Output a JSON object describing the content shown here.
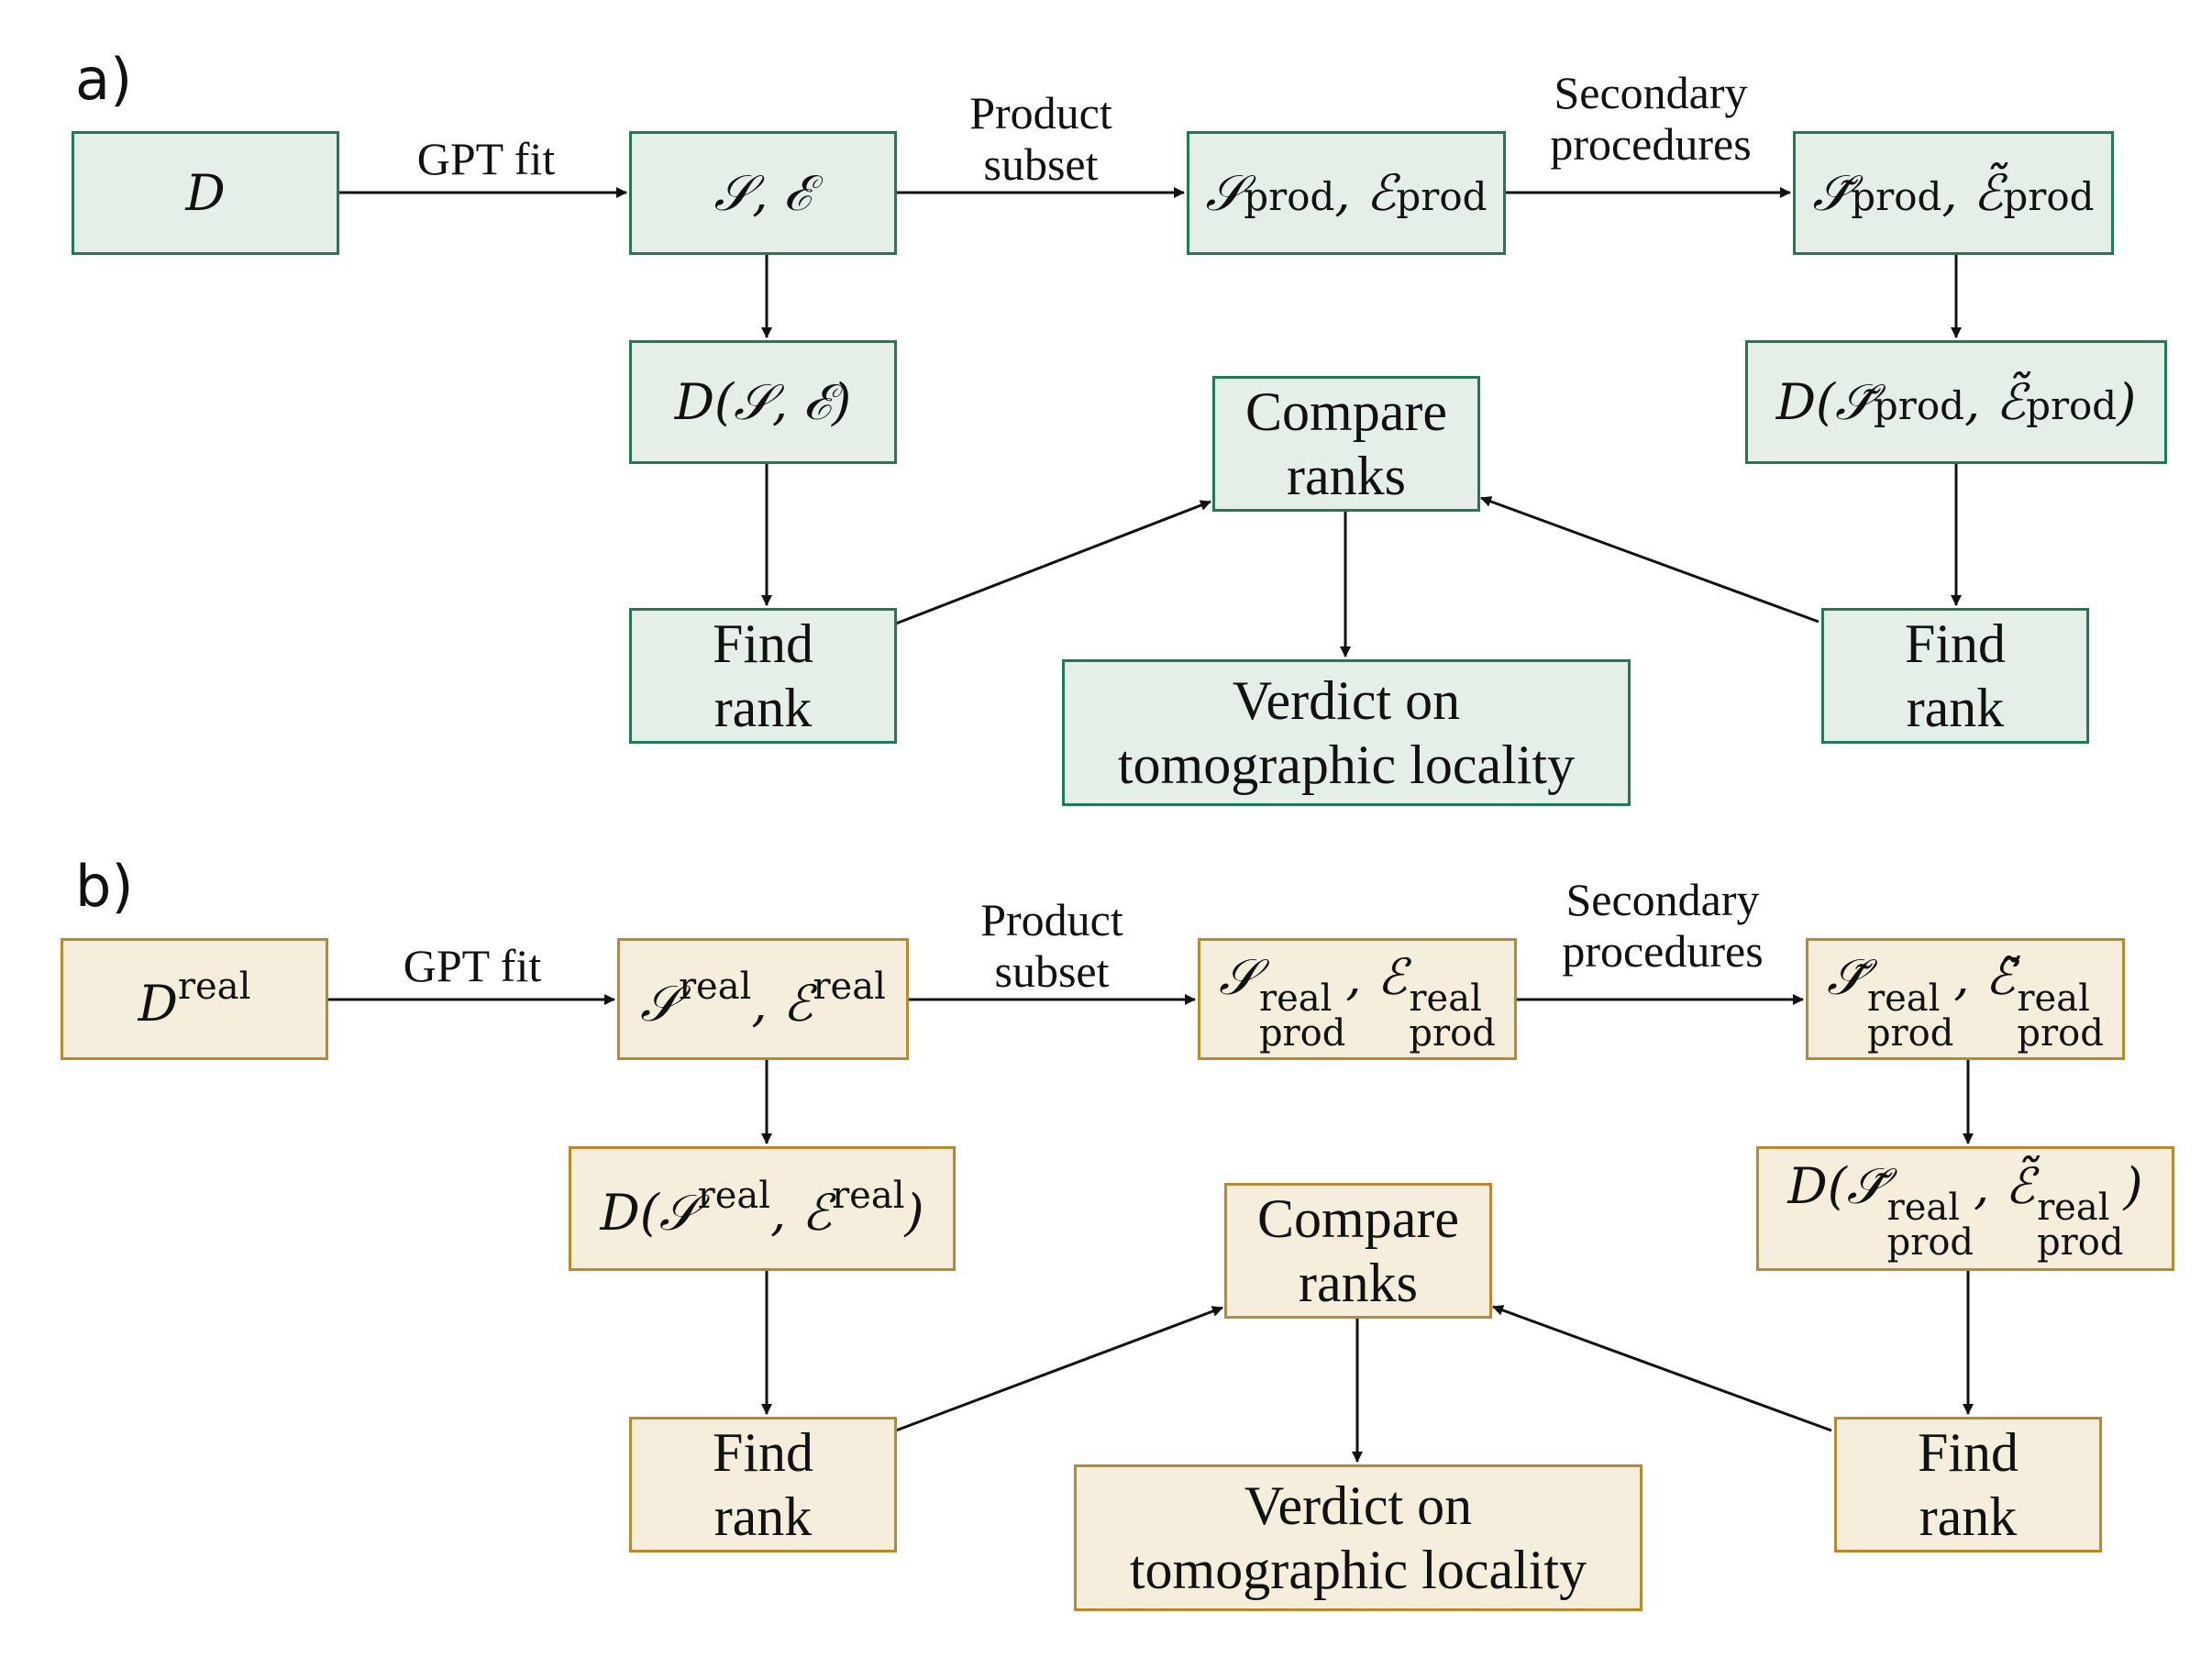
{
  "panels": [
    {
      "label": "a)",
      "labels": {
        "gpt_fit": "GPT fit",
        "product_subset": [
          "Product",
          "subset"
        ],
        "secondary": [
          "Secondary",
          "procedures"
        ],
        "find_rank": [
          "Find",
          "rank"
        ],
        "compare": [
          "Compare",
          "ranks"
        ],
        "verdict": [
          "Verdict on",
          "tomographic locality"
        ]
      },
      "math": {
        "d": "D",
        "se": "𝒮, ℰ",
        "d_se": "D(𝒮, ℰ)",
        "s_prod": "𝒮",
        "e_prod": "ℰ",
        "prod": "prod",
        "s_tilde": "𝒮̃",
        "e_tilde": "ℰ̃"
      }
    },
    {
      "label": "b)",
      "labels": {
        "gpt_fit": "GPT fit",
        "product_subset": [
          "Product",
          "subset"
        ],
        "secondary": [
          "Secondary",
          "procedures"
        ],
        "find_rank": [
          "Find",
          "rank"
        ],
        "compare": [
          "Compare",
          "ranks"
        ],
        "verdict": [
          "Verdict on",
          "tomographic locality"
        ]
      },
      "math": {
        "d": "D",
        "s": "𝒮",
        "e": "ℰ",
        "real": "real",
        "prod": "prod",
        "s_tilde": "𝒮̃",
        "e_tilde": "ℰ̃"
      }
    }
  ],
  "colors": {
    "panel_a_fill": "#e5efe8",
    "panel_a_border": "#1f7a55",
    "panel_b_fill": "#f6eedd",
    "panel_b_border": "#b8892e",
    "arrow": "#111111"
  }
}
